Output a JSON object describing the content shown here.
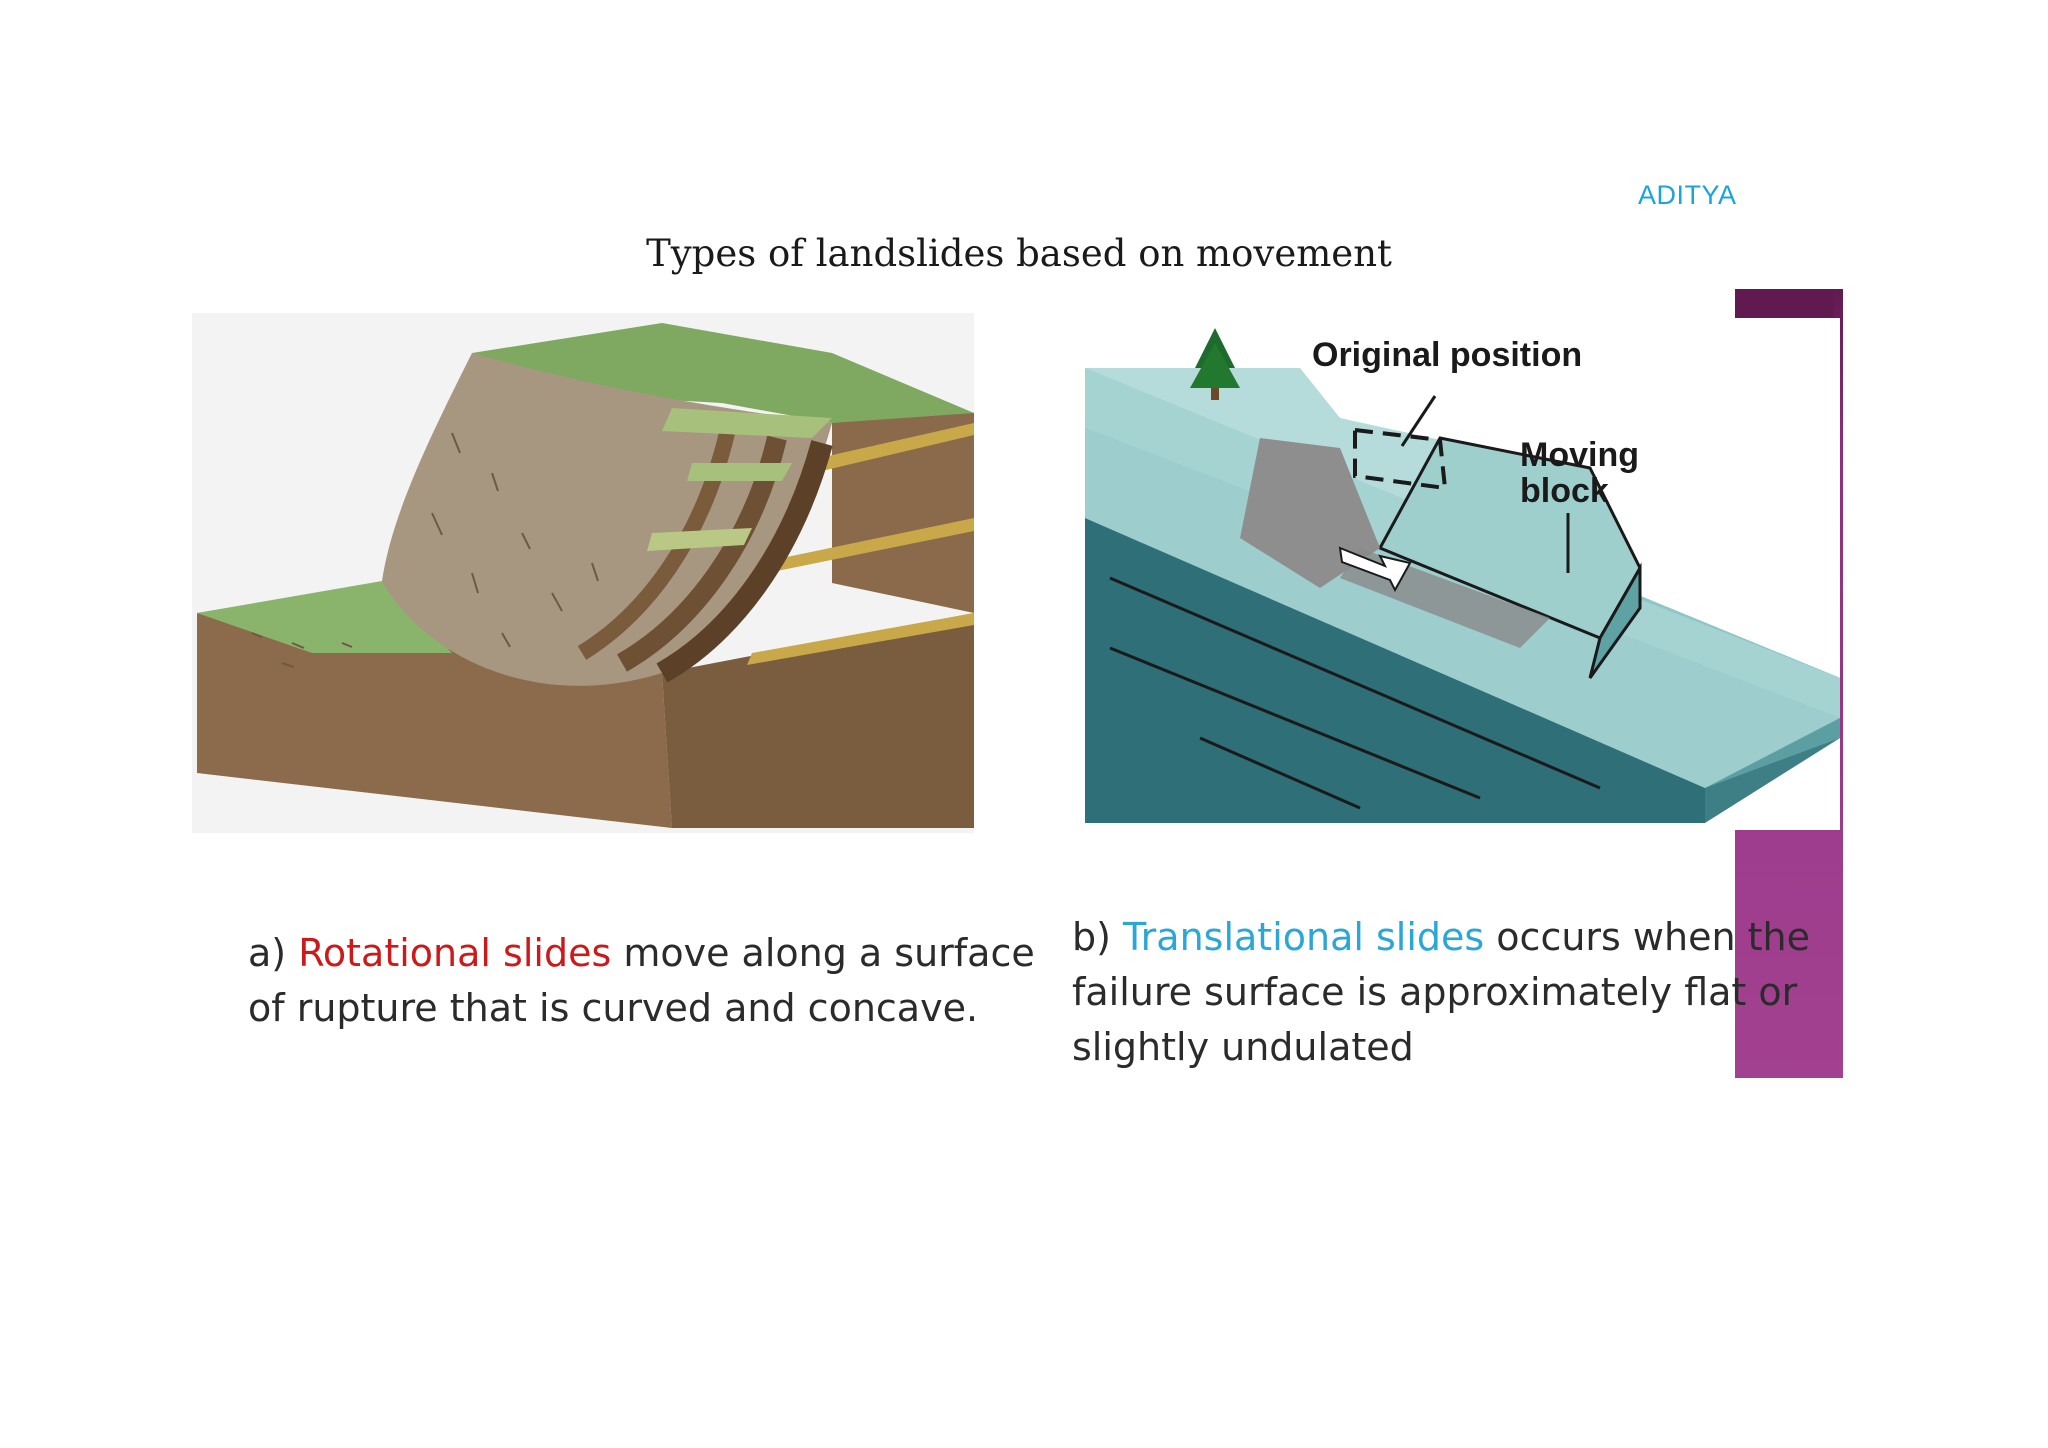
{
  "brand": "ADITYA",
  "title": "Types of landslides based on movement",
  "figures": {
    "translational": {
      "label_original": "Original position",
      "label_moving_1": "Moving",
      "label_moving_2": "block"
    }
  },
  "captions": {
    "a": {
      "prefix": "a) ",
      "term": "Rotational slides",
      "line1_rest": " move along a surface",
      "line2": "of rupture that is curved and concave."
    },
    "b": {
      "prefix": "b) ",
      "term": "Translational slides",
      "line1_rest": " occurs when the",
      "line2": "failure surface is approximately flat or",
      "line3": "slightly undulated"
    }
  },
  "colors": {
    "brand": "#1aa3dc",
    "term_a": "#cc1a1a",
    "term_b": "#2aa7d6",
    "accent_bar": "#9b3a89"
  }
}
